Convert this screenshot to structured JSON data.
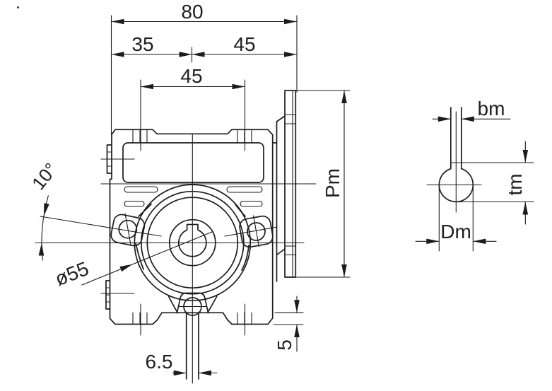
{
  "colors": {
    "background": "#ffffff",
    "line": "#1c1c1c",
    "text": "#202020"
  },
  "main_view": {
    "dim_total_width": "80",
    "dim_left_of_center": "35",
    "dim_right_of_center": "45",
    "dim_tab_span": "45",
    "dim_flange_height": "Pm",
    "dim_angle": "10°",
    "dim_bolt_circle": "ø55",
    "dim_shaft_width": "6.5",
    "dim_foot_height": "5"
  },
  "detail_view": {
    "dim_keyway_width": "bm",
    "dim_keyway_depth": "tm",
    "dim_bore_diameter": "Dm"
  }
}
